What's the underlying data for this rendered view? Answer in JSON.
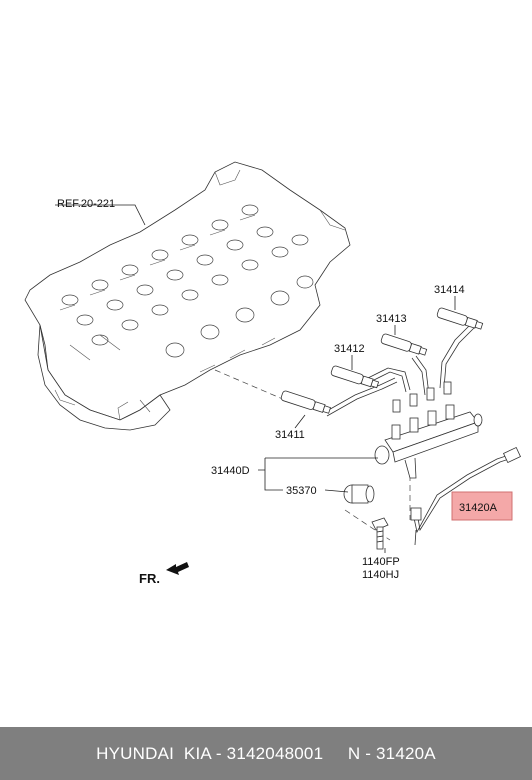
{
  "labels": {
    "ref": "REF.20-221",
    "p31414": "31414",
    "p31413": "31413",
    "p31412": "31412",
    "p31411": "31411",
    "p31440D": "31440D",
    "p35370": "35370",
    "p31420A": "31420A",
    "p1140FP": "1140FP",
    "p1140HJ": "1140HJ",
    "fr": "FR."
  },
  "colors": {
    "highlight_fill": "#f4a8a8",
    "highlight_stroke": "#d07070",
    "footer_bg": "#7f7f7f",
    "footer_text": "#ffffff"
  },
  "footer": {
    "text": "HYUNDAI  KIA - 3142048001     N - 31420A"
  }
}
